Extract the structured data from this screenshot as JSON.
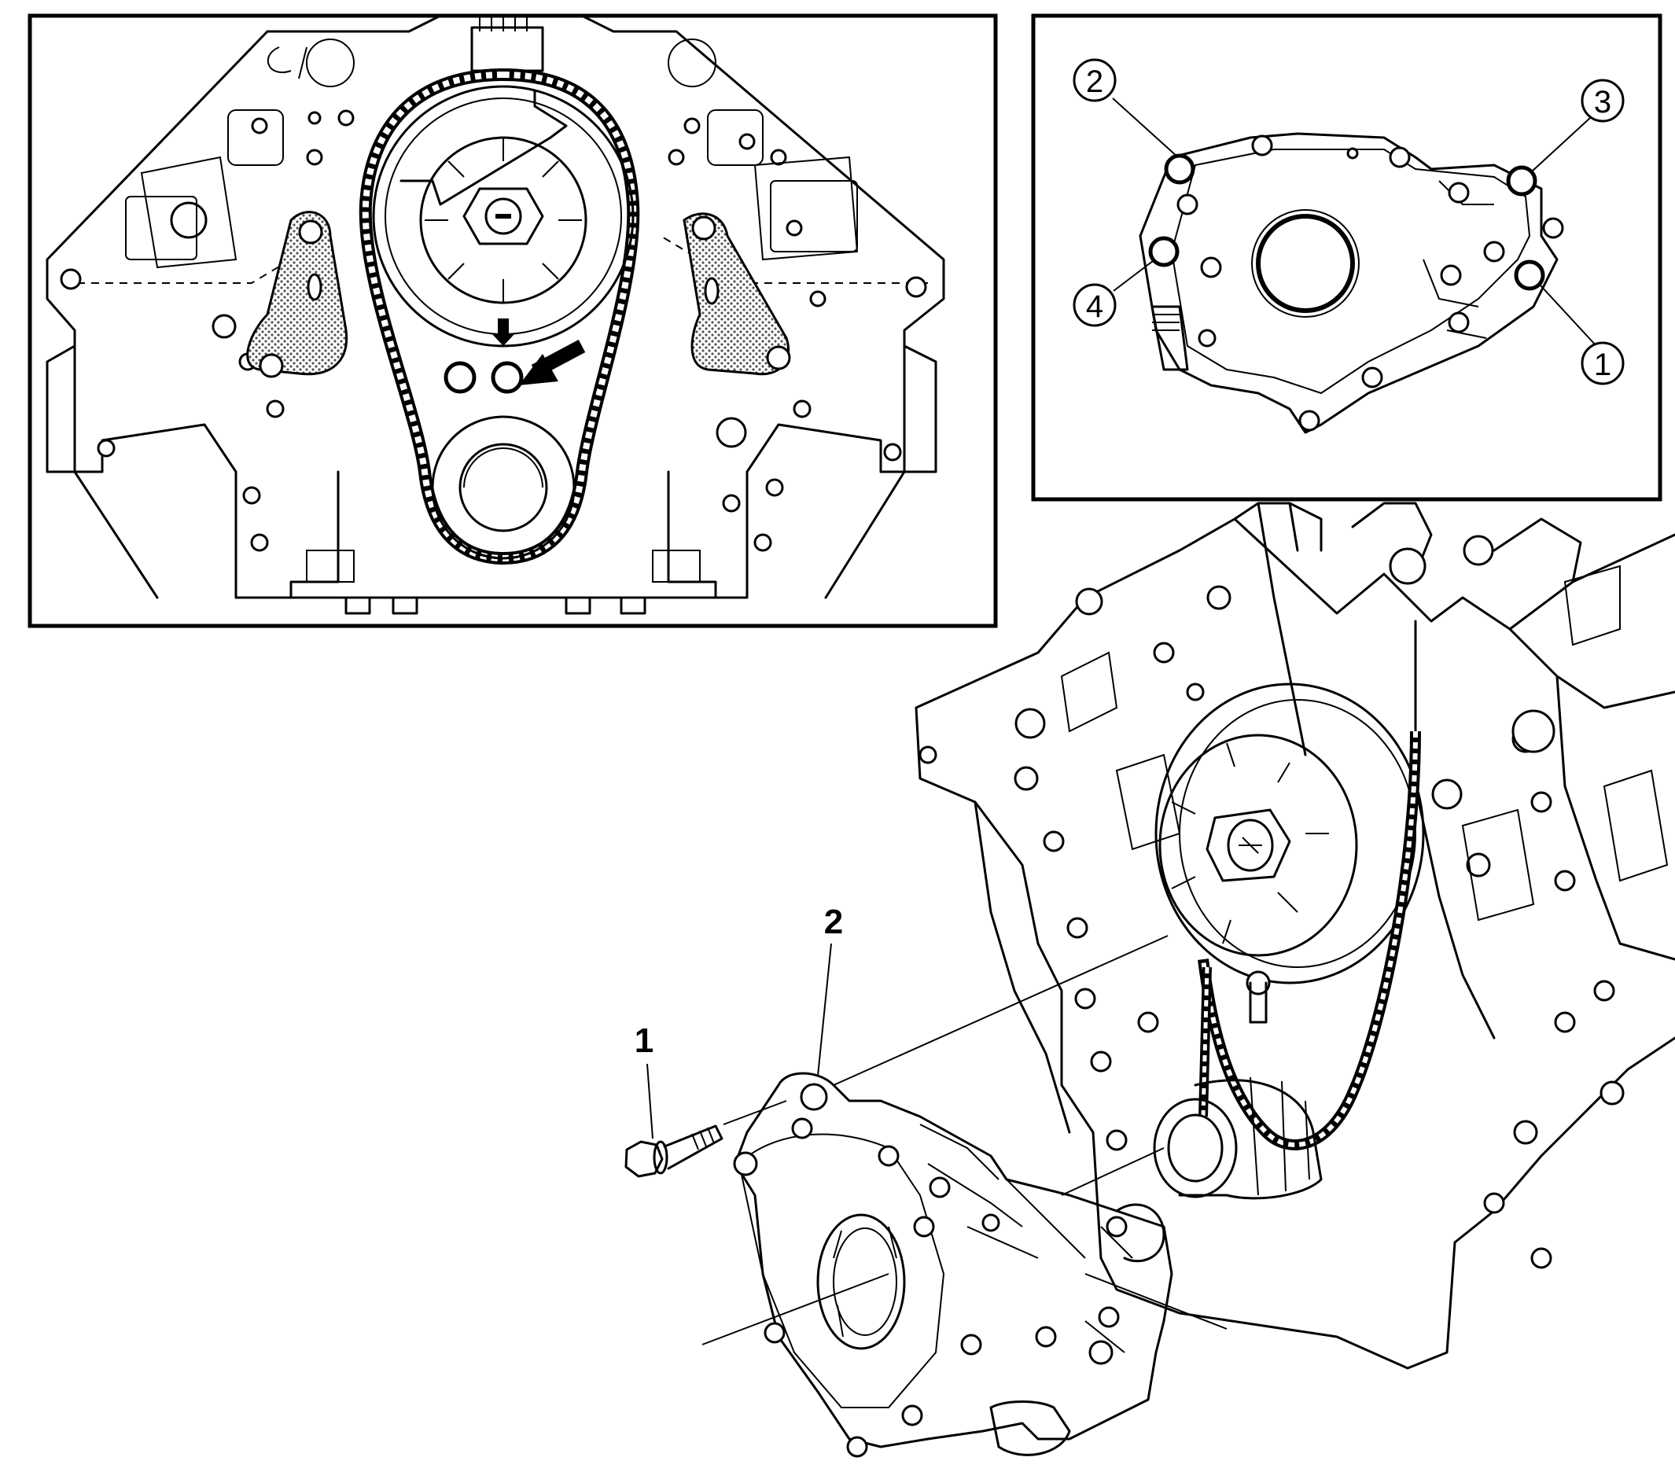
{
  "inset_left": {
    "name": "timing-drive-front-view"
  },
  "inset_right": {
    "name": "oil-pump-bolt-sequence",
    "callouts": [
      "1",
      "2",
      "3",
      "4"
    ]
  },
  "main_view": {
    "name": "oil-pump-installation",
    "callouts": [
      "1",
      "2"
    ]
  },
  "colors": {
    "line": "#000000",
    "background": "#ffffff",
    "hatch": "#bbbbbb"
  }
}
